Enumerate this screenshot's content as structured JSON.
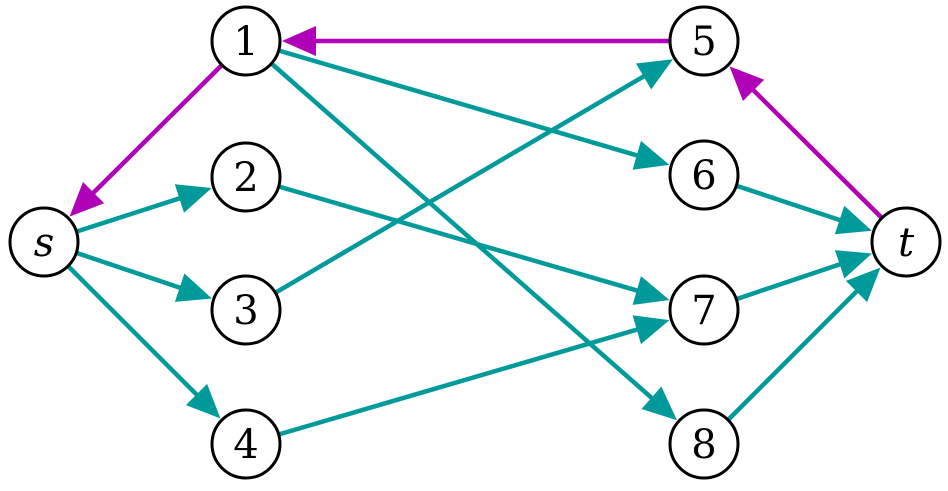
{
  "colors": {
    "forward": "#009a9a",
    "backward": "#b000b8"
  },
  "nodes": [
    {
      "id": "s",
      "label": "s",
      "italic": true
    },
    {
      "id": "1",
      "label": "1"
    },
    {
      "id": "2",
      "label": "2"
    },
    {
      "id": "3",
      "label": "3"
    },
    {
      "id": "4",
      "label": "4"
    },
    {
      "id": "5",
      "label": "5"
    },
    {
      "id": "6",
      "label": "6"
    },
    {
      "id": "7",
      "label": "7"
    },
    {
      "id": "8",
      "label": "8"
    },
    {
      "id": "t",
      "label": "t",
      "italic": true
    }
  ],
  "edges": [
    {
      "from": "s",
      "to": "2",
      "kind": "forward"
    },
    {
      "from": "s",
      "to": "3",
      "kind": "forward"
    },
    {
      "from": "s",
      "to": "4",
      "kind": "forward"
    },
    {
      "from": "1",
      "to": "6",
      "kind": "forward"
    },
    {
      "from": "1",
      "to": "8",
      "kind": "forward"
    },
    {
      "from": "2",
      "to": "7",
      "kind": "forward"
    },
    {
      "from": "3",
      "to": "5",
      "kind": "forward"
    },
    {
      "from": "4",
      "to": "7",
      "kind": "forward"
    },
    {
      "from": "6",
      "to": "t",
      "kind": "forward"
    },
    {
      "from": "7",
      "to": "t",
      "kind": "forward"
    },
    {
      "from": "8",
      "to": "t",
      "kind": "forward"
    },
    {
      "from": "1",
      "to": "s",
      "kind": "backward"
    },
    {
      "from": "5",
      "to": "1",
      "kind": "backward"
    },
    {
      "from": "t",
      "to": "5",
      "kind": "backward"
    }
  ]
}
